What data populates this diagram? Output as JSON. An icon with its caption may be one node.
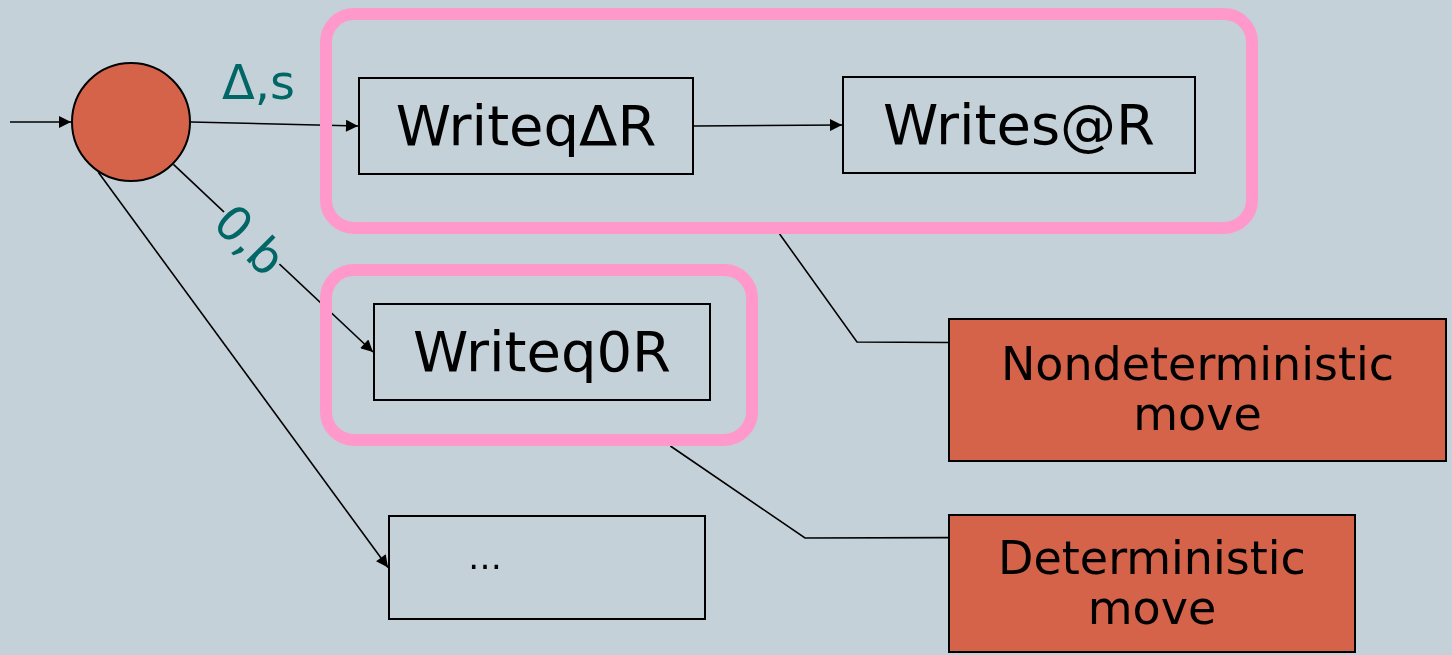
{
  "diagram": {
    "nodes": [
      {
        "text": [],
        "shape": "circle"
      },
      {
        "text": [],
        "shape": "box"
      },
      {
        "text": [
          "WriteqΔR"
        ],
        "in": 1
      },
      {
        "text": [
          "Writes@R"
        ],
        "in": 1
      },
      {
        "text": [],
        "shape": "box"
      },
      {
        "text": [
          "Writeq0R"
        ],
        "in": 4
      },
      {
        "text": [
          "…"
        ]
      },
      {
        "text": [
          "Nondeterministic move"
        ]
      },
      {
        "text": [
          "Deterministic move"
        ]
      }
    ],
    "edges": [
      {
        "from": null,
        "to": 0,
        "arrow": "to"
      },
      {
        "from": 0,
        "to": 2,
        "arrow": "to",
        "label": "Δ,s"
      },
      {
        "from": 2,
        "to": 3,
        "arrow": "to"
      },
      {
        "from": 0,
        "to": 5,
        "arrow": "to",
        "label": "0,b"
      },
      {
        "from": 0,
        "to": 6,
        "arrow": "to"
      },
      {
        "from": 7,
        "to": 1,
        "arrow": "none"
      },
      {
        "from": 8,
        "to": 4,
        "arrow": "none"
      }
    ]
  }
}
